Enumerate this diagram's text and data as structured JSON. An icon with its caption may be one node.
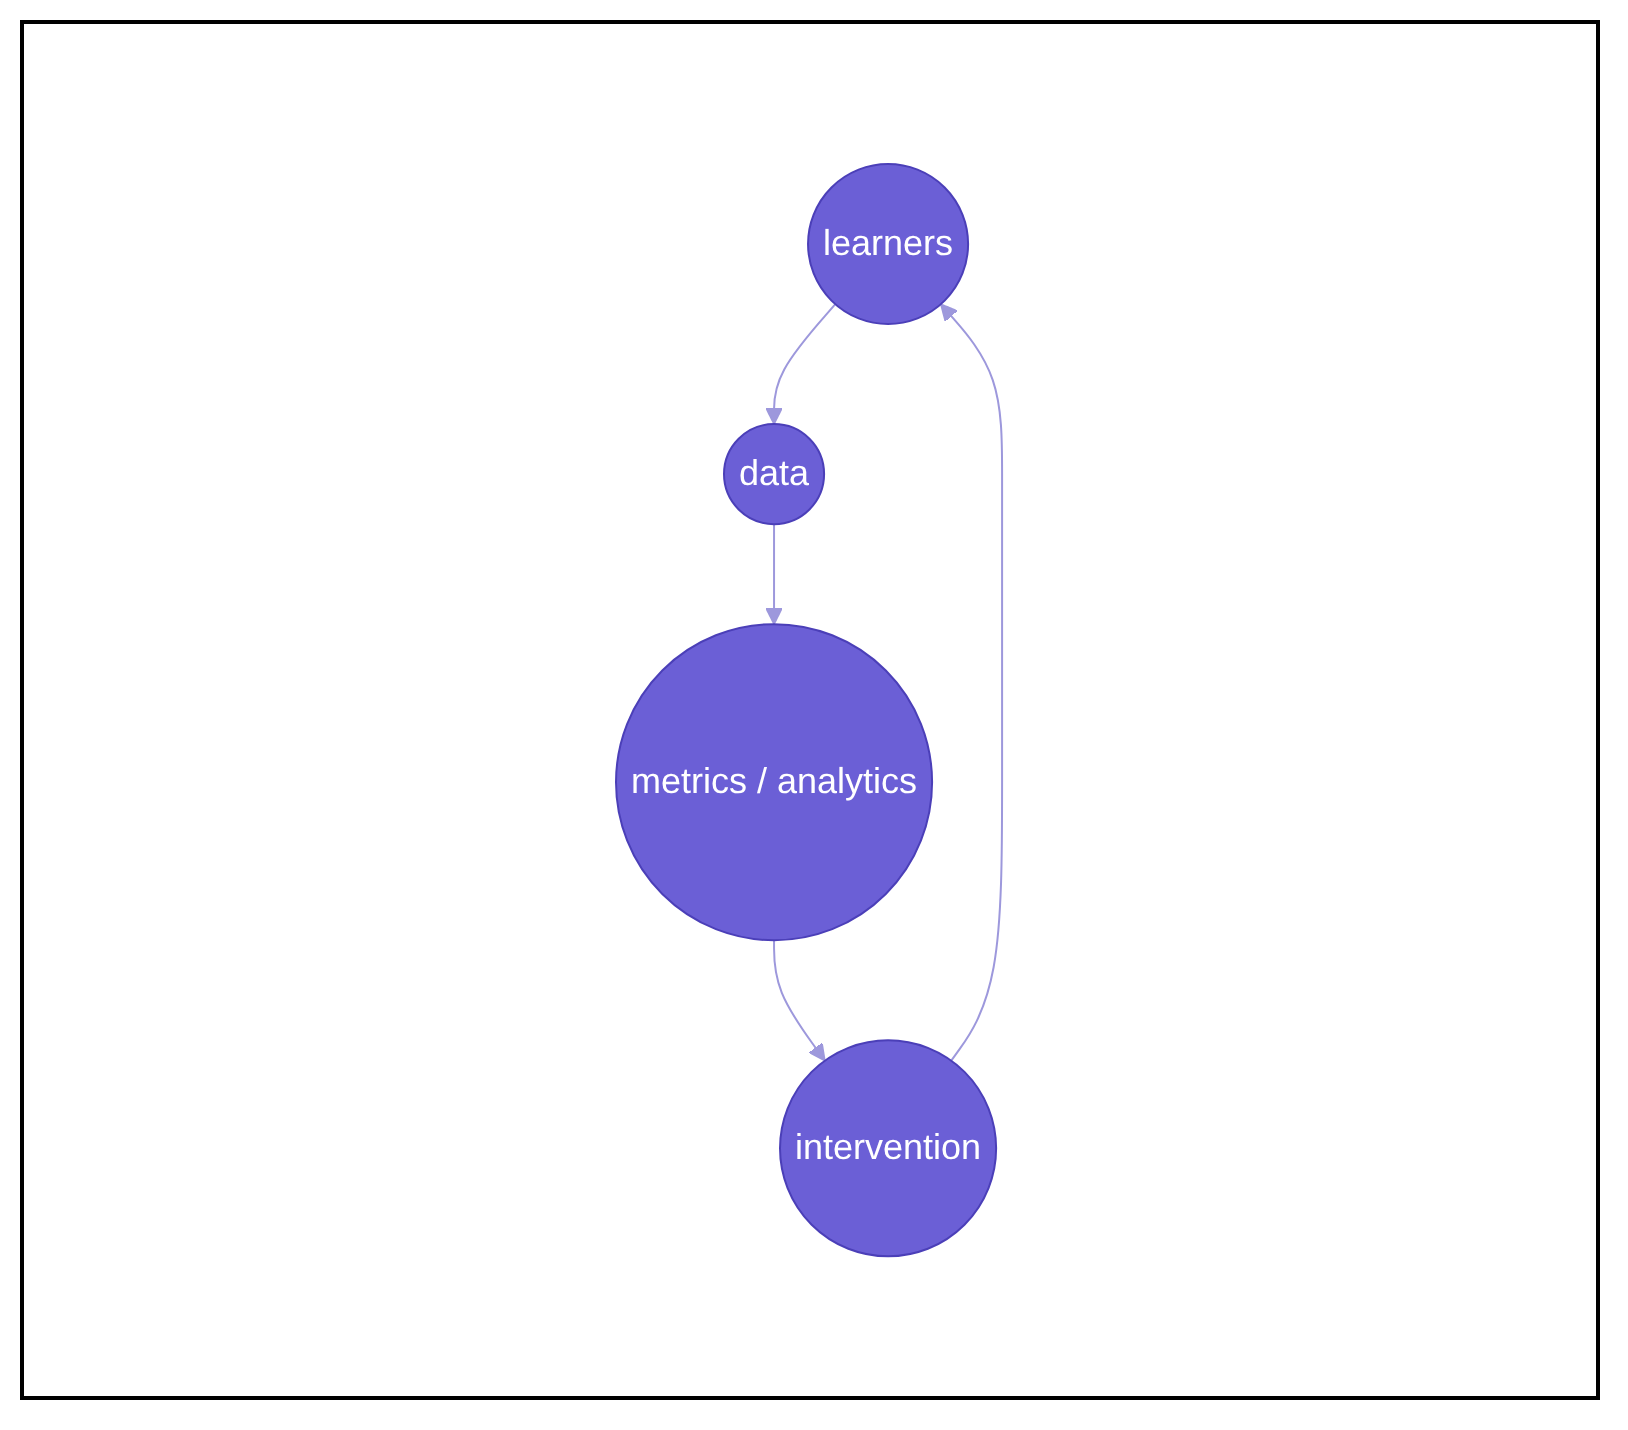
{
  "diagram": {
    "nodes": [
      {
        "text": [
          "learners"
        ]
      },
      {
        "text": [
          "data"
        ]
      },
      {
        "text": [
          "metrics / analytics"
        ]
      },
      {
        "text": [
          "intervention"
        ]
      }
    ],
    "edges": [
      {
        "from": 0,
        "to": 1,
        "arrow": "to"
      },
      {
        "from": 1,
        "to": 2,
        "arrow": "to"
      },
      {
        "from": 2,
        "to": 3,
        "arrow": "to"
      },
      {
        "from": 3,
        "to": 0,
        "arrow": "to"
      }
    ]
  }
}
